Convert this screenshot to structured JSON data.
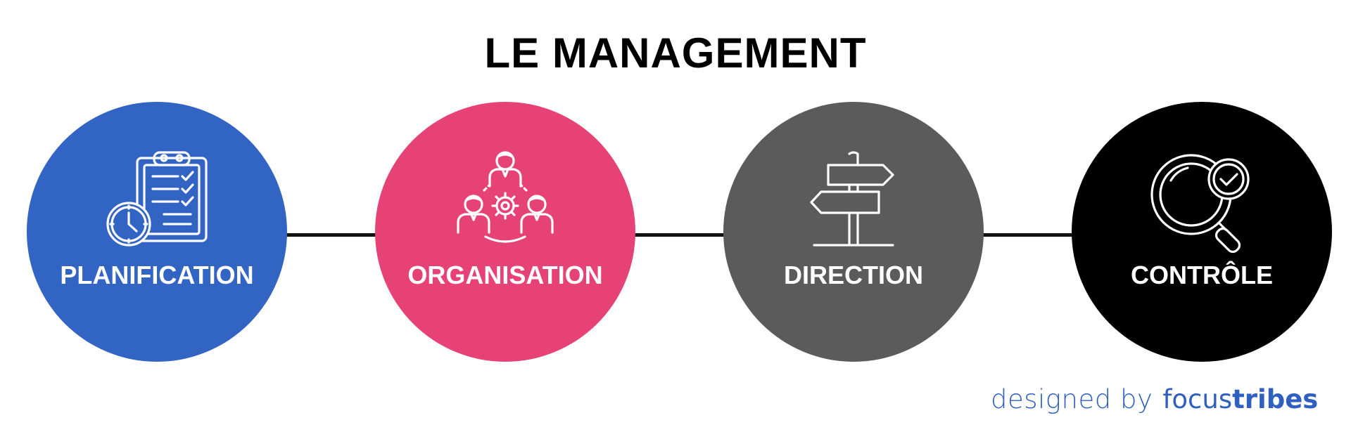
{
  "title": "LE MANAGEMENT",
  "colors": {
    "title": "#000000",
    "label": "#ffffff",
    "connector": "#111111",
    "icon_stroke": "#ffffff",
    "brand": "#2f5fbf"
  },
  "steps": [
    {
      "label": "PLANIFICATION",
      "color": "#3264c3",
      "icon": "clipboard-clock-icon"
    },
    {
      "label": "ORGANISATION",
      "color": "#e64275",
      "icon": "team-gear-icon"
    },
    {
      "label": "DIRECTION",
      "color": "#5b5b5b",
      "icon": "signpost-icon"
    },
    {
      "label": "CONTRÔLE",
      "color": "#000000",
      "icon": "magnifier-check-icon"
    }
  ],
  "credit": {
    "prefix": "designed by",
    "brand_part1": "focus",
    "brand_part2": "tribes"
  }
}
